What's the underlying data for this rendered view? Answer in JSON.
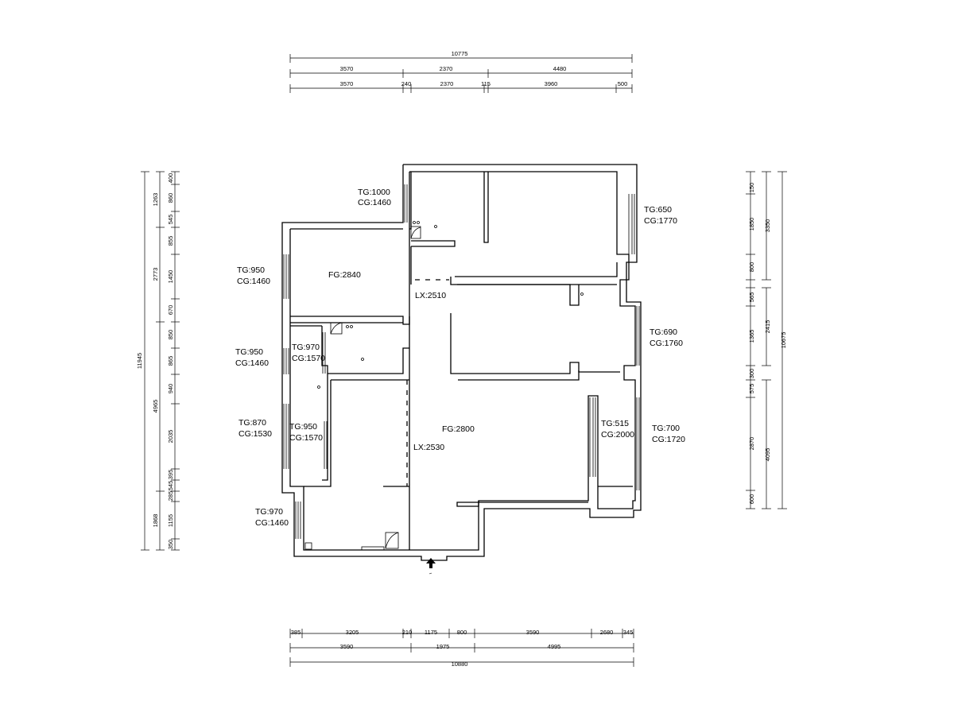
{
  "dimensions": {
    "top_total": "10775",
    "top_row1": [
      "3570",
      "2370",
      "4480"
    ],
    "top_row2": [
      "3570",
      "240",
      "2370",
      "115",
      "3960",
      "500"
    ],
    "bottom_row1": [
      "385",
      "3205",
      "210",
      "1175",
      "800",
      "3590",
      "2680",
      "345"
    ],
    "bottom_row2": [
      "3590",
      "1975",
      "4995"
    ],
    "bottom_total": "10880",
    "left_total": "11945",
    "left_mid": [
      "1263",
      "2773",
      "4965",
      "1868"
    ],
    "left_inner": [
      "400",
      "860",
      "545",
      "855",
      "1450",
      "670",
      "850",
      "865",
      "940",
      "2035",
      "395",
      "545",
      "285",
      "1155",
      "350"
    ],
    "right_total": "10675",
    "right_mid": [
      "3350",
      "2415",
      "4095"
    ],
    "right_inner": [
      "150",
      "1850",
      "800",
      "565",
      "1365",
      "300",
      "575",
      "2870",
      "600"
    ]
  },
  "rooms": {
    "tg_1000": "TG:1000",
    "cg_1460_a": "CG:1460",
    "tg_650": "TG:650",
    "cg_1770": "CG:1770",
    "tg_950_a": "TG:950",
    "cg_1460_b": "CG:1460",
    "fg_2840": "FG:2840",
    "lx_2510": "LX:2510",
    "tg_690": "TG:690",
    "cg_1760": "CG:1760",
    "tg_950_b": "TG:950",
    "cg_1460_c": "CG:1460",
    "tg_970_a": "TG:970",
    "cg_1570_a": "CG:1570",
    "tg_870": "TG:870",
    "cg_1530": "CG:1530",
    "tg_950_c": "TG:950",
    "cg_1570_b": "CG:1570",
    "fg_2800": "FG:2800",
    "lx_2530": "LX:2530",
    "tg_515": "TG:515",
    "cg_2000": "CG:2000",
    "tg_700": "TG:700",
    "cg_1720": "CG:1720",
    "tg_970_b": "TG:970",
    "cg_1460_d": "CG:1460"
  },
  "colors": {
    "line": "#000000",
    "background": "#ffffff"
  }
}
